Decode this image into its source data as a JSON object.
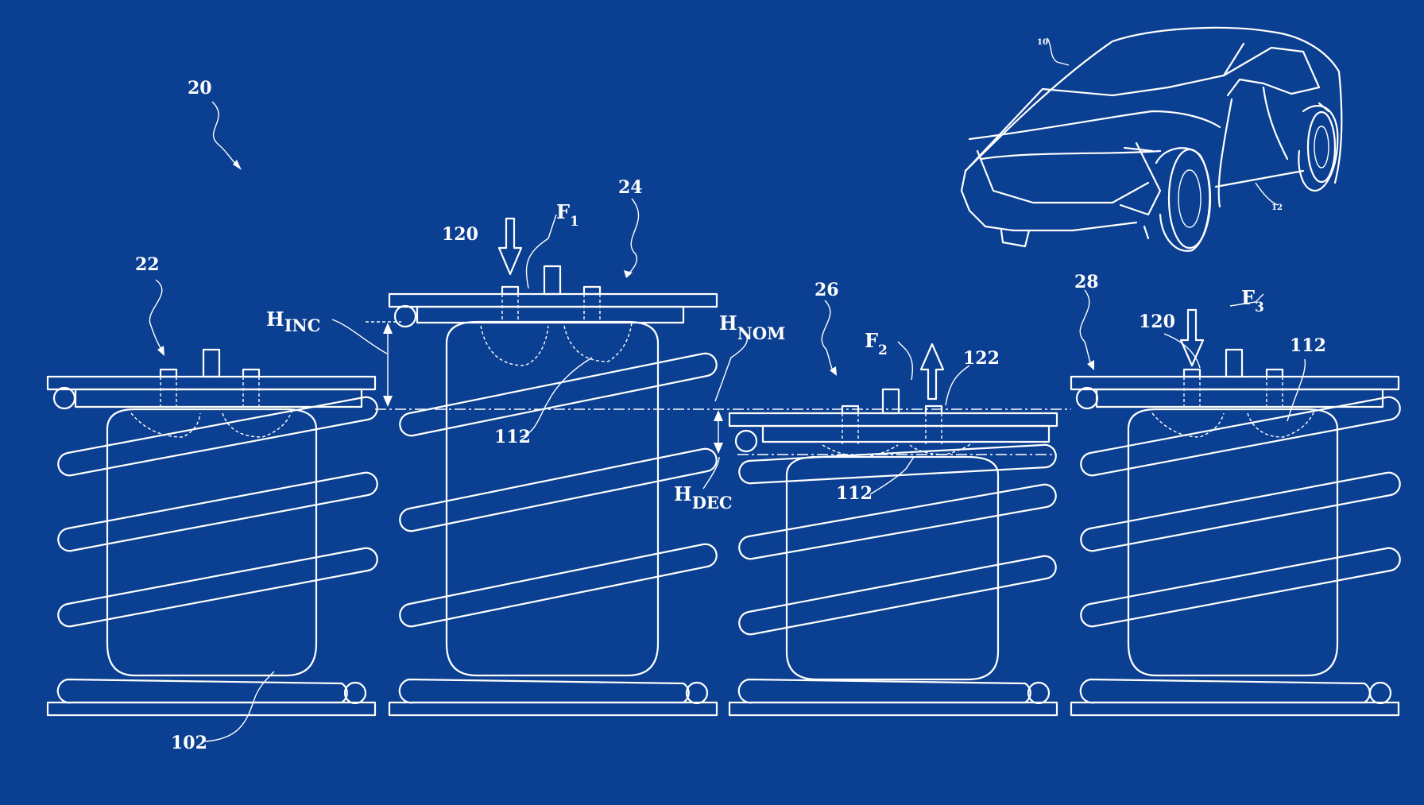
{
  "colors": {
    "background": "#0b3f91",
    "linework": "#ffffff"
  },
  "refs": {
    "assembly": "20",
    "spring_22": "22",
    "spring_24": "24",
    "spring_26": "26",
    "spring_28": "28",
    "vehicle": "10",
    "wheel": "12",
    "body_102": "102",
    "cam_112": "112",
    "pin_120": "120",
    "pin_122": "122"
  },
  "forces": {
    "f1_main": "F",
    "f1_sub": "1",
    "f2_main": "F",
    "f2_sub": "2",
    "f3_main": "F",
    "f3_sub": "3"
  },
  "heights": {
    "inc_main": "H",
    "inc_sub": "INC",
    "nom_main": "H",
    "nom_sub": "NOM",
    "dec_main": "H",
    "dec_sub": "DEC"
  }
}
